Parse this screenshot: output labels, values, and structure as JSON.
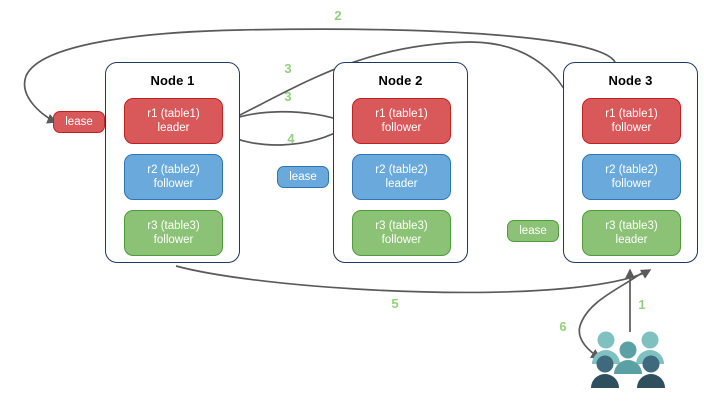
{
  "diagram": {
    "title": "Raft multi-node replica lease diagram",
    "colors": {
      "red": "#d9595b",
      "red_border": "#c0201f",
      "blue": "#6aa9dc",
      "blue_border": "#2e75b6",
      "green": "#8cc275",
      "green_border": "#4f9a3c",
      "node_border": "#1f3864",
      "edge": "#5a5a5a",
      "label": "#93d07e",
      "users_light": "#7fc0c0",
      "users_dark": "#2e4f5e"
    }
  },
  "nodes": [
    {
      "id": "node-1",
      "title": "Node 1",
      "replicas": [
        {
          "id": "n1-r1",
          "line1": "r1 (table1)",
          "line2": "leader",
          "color": "red"
        },
        {
          "id": "n1-r2",
          "line1": "r2 (table2)",
          "line2": "follower",
          "color": "blue"
        },
        {
          "id": "n1-r3",
          "line1": "r3 (table3)",
          "line2": "follower",
          "color": "green"
        }
      ]
    },
    {
      "id": "node-2",
      "title": "Node 2",
      "replicas": [
        {
          "id": "n2-r1",
          "line1": "r1 (table1)",
          "line2": "follower",
          "color": "red"
        },
        {
          "id": "n2-r2",
          "line1": "r2 (table2)",
          "line2": "leader",
          "color": "blue"
        },
        {
          "id": "n2-r3",
          "line1": "r3 (table3)",
          "line2": "follower",
          "color": "green"
        }
      ]
    },
    {
      "id": "node-3",
      "title": "Node 3",
      "replicas": [
        {
          "id": "n3-r1",
          "line1": "r1 (table1)",
          "line2": "follower",
          "color": "red"
        },
        {
          "id": "n3-r2",
          "line1": "r2 (table2)",
          "line2": "follower",
          "color": "blue"
        },
        {
          "id": "n3-r3",
          "line1": "r3 (table3)",
          "line2": "leader",
          "color": "green"
        }
      ]
    }
  ],
  "leases": [
    {
      "id": "lease-r1",
      "label": "lease",
      "color": "red"
    },
    {
      "id": "lease-r2",
      "label": "lease",
      "color": "blue"
    },
    {
      "id": "lease-r3",
      "label": "lease",
      "color": "green"
    }
  ],
  "edge_labels": [
    {
      "id": "label-2",
      "text": "2"
    },
    {
      "id": "label-3a",
      "text": "3"
    },
    {
      "id": "label-3b",
      "text": "3"
    },
    {
      "id": "label-4",
      "text": "4"
    },
    {
      "id": "label-5",
      "text": "5"
    },
    {
      "id": "label-1",
      "text": "1"
    },
    {
      "id": "label-6",
      "text": "6"
    }
  ],
  "actors": {
    "users_icon": "users-icon"
  }
}
